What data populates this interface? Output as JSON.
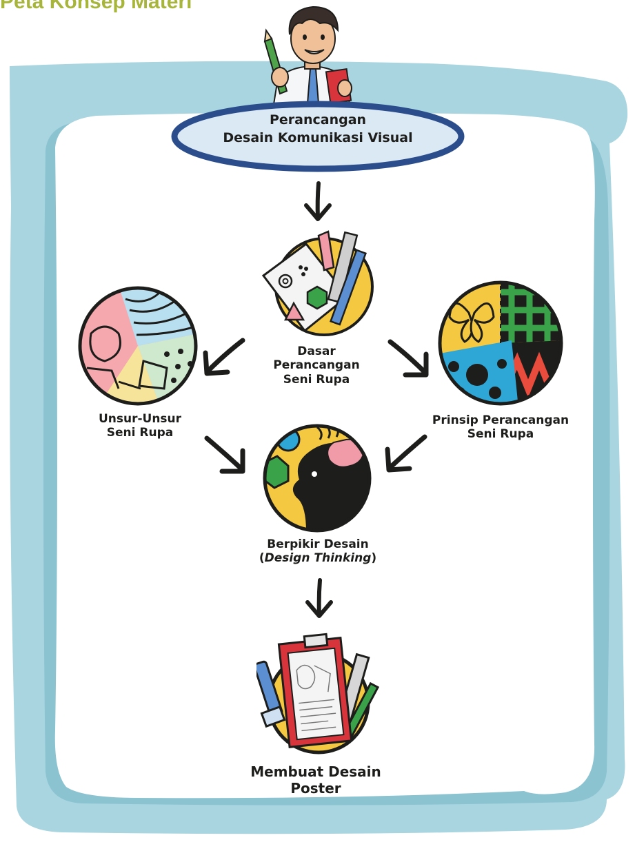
{
  "header": {
    "title": "Peta Konsep Materi"
  },
  "root": {
    "line1": "Perancangan",
    "line2": "Desain Komunikasi Visual"
  },
  "nodes": {
    "dasar": {
      "line1": "Dasar",
      "line2": "Perancangan",
      "line3": "Seni Rupa",
      "icon": "drawing-tools-icon"
    },
    "unsur": {
      "line1": "Unsur-Unsur",
      "line2": "Seni Rupa",
      "icon": "pattern-shapes-icon"
    },
    "prinsip": {
      "line1": "Prinsip Perancangan",
      "line2": "Seni Rupa",
      "icon": "design-principles-icon"
    },
    "berpikir": {
      "line1": "Berpikir Desain",
      "paren_open": "(",
      "italic": "Design Thinking",
      "paren_close": ")",
      "icon": "thinking-head-icon"
    },
    "poster": {
      "line1": "Membuat Desain",
      "line2": "Poster",
      "icon": "poster-clipboard-icon"
    }
  },
  "colors": {
    "title": "#a8b53c",
    "frame": "#a8d5df",
    "frame_shadow": "#8bc3d0",
    "ellipse_fill": "#dbe9f4",
    "ellipse_stroke": "#2b4d8c",
    "arrow": "#1d1d1b",
    "accent_yellow": "#f5c842"
  },
  "character": {
    "icon": "student-character-icon"
  }
}
